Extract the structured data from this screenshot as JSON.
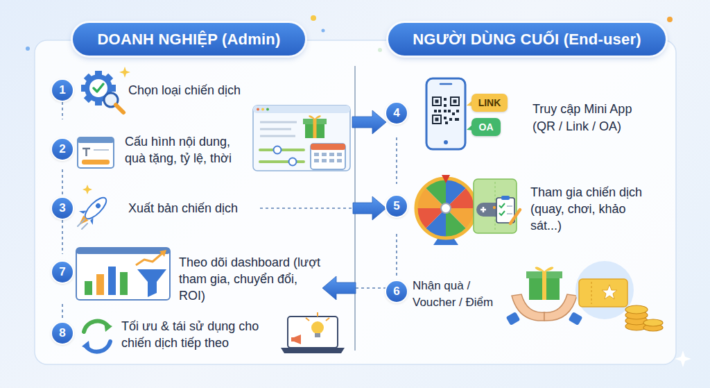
{
  "diagram": {
    "nodes": [
      {
        "text": [
          "DOANH NGHIỆP (Admin)"
        ]
      },
      {
        "text": [
          "NGƯỜI DÙNG CUỐI (End-user)"
        ]
      },
      {
        "text": [
          "1",
          "Chọn loại chiến dịch"
        ]
      },
      {
        "text": [
          "2",
          "Cấu hình nội dung, quà tặng, tỷ lệ, thời"
        ]
      },
      {
        "text": [
          "3",
          "Xuất bản chiến dịch"
        ]
      },
      {
        "text": [
          "4",
          "Truy cập Mini App (QR / Link / OA)"
        ]
      },
      {
        "text": [
          "LINK"
        ],
        "in": 5
      },
      {
        "text": [
          "OA"
        ],
        "in": 5
      },
      {
        "text": [
          "5",
          "Tham gia chiến dịch (quay, chơi, khảo sát...)"
        ]
      },
      {
        "text": [
          "6",
          "Nhận quà / Voucher / Điểm"
        ]
      },
      {
        "text": [
          "7",
          "Theo dõi dashboard (lượt tham gia, chuyển đổi, ROI)"
        ]
      },
      {
        "text": [
          "8",
          "Tối ưu & tái sử dụng cho chiến dịch tiếp theo"
        ]
      }
    ],
    "edges": [
      {
        "from": 2,
        "to": 3,
        "arrow": "none"
      },
      {
        "from": 3,
        "to": 4,
        "arrow": "none"
      },
      {
        "from": 4,
        "to": 10,
        "arrow": "none"
      },
      {
        "from": 10,
        "to": 11,
        "arrow": "none"
      },
      {
        "from": 5,
        "to": 8,
        "arrow": "none"
      },
      {
        "from": 8,
        "to": 9,
        "arrow": "none"
      },
      {
        "from": 3,
        "to": 5,
        "arrow": "to"
      },
      {
        "from": 4,
        "to": 8,
        "arrow": "to"
      },
      {
        "from": 9,
        "to": 10,
        "arrow": "to"
      }
    ]
  }
}
